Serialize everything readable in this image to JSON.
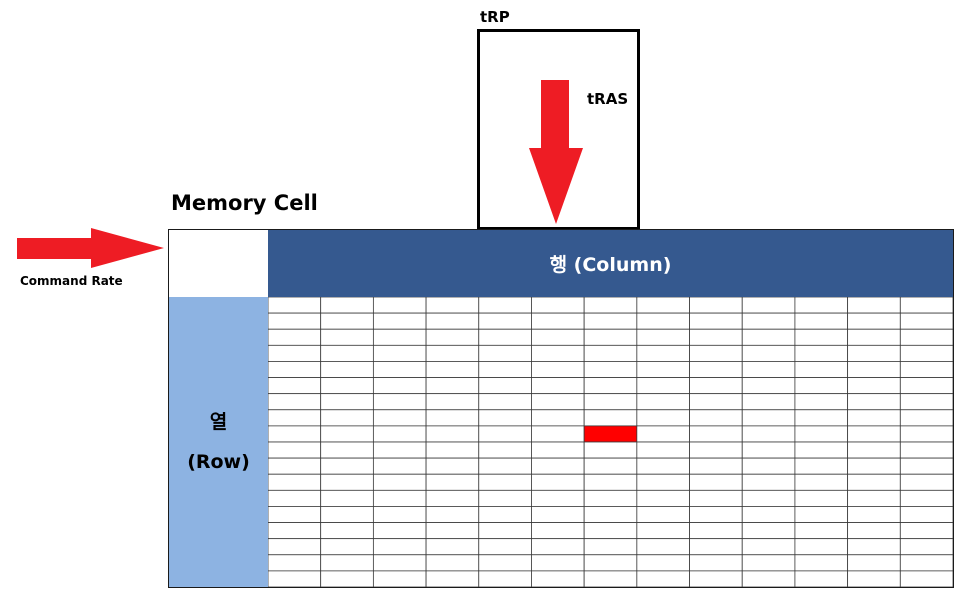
{
  "diagram": {
    "title": "Memory Cell",
    "column_header": "행 (Column)",
    "row_header_line1": "열",
    "row_header_line2": "(Row)",
    "labels": {
      "trp": "tRP",
      "tras": "tRAS",
      "command_rate": "Command Rate"
    },
    "grid": {
      "columns": 13,
      "rows": 18,
      "highlighted_cell": {
        "column": 6,
        "row": 8
      }
    },
    "colors": {
      "column_header_fill": "#35598F",
      "column_header_text": "#ffffff",
      "row_header_fill": "#8DB3E2",
      "row_header_text": "#000000",
      "grid_line": "#3a3a3a",
      "highlight": "#FF0000",
      "arrow": "#EE1C24"
    },
    "icons": {
      "command_rate_arrow": "arrow-right-icon",
      "tras_arrow": "arrow-down-icon"
    }
  }
}
